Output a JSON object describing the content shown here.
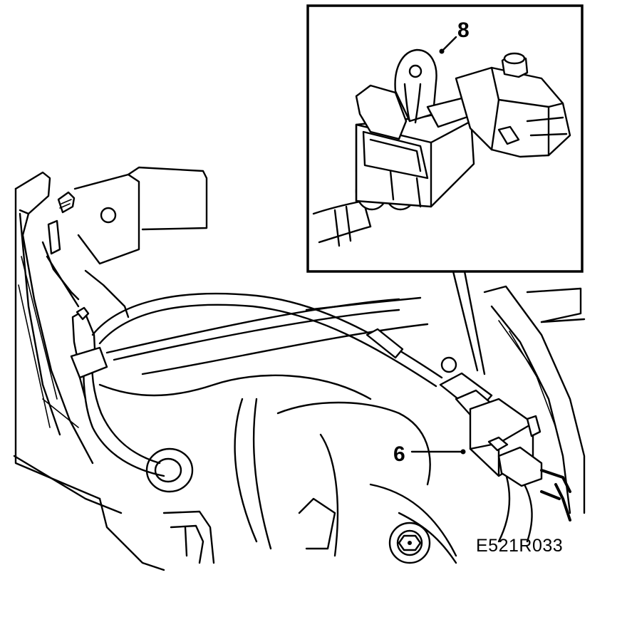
{
  "callouts": [
    {
      "id": "8",
      "label": "8"
    },
    {
      "id": "6",
      "label": "6"
    }
  ],
  "figure_code": "E521R033",
  "colors": {
    "line": "#000000",
    "background": "#ffffff"
  }
}
